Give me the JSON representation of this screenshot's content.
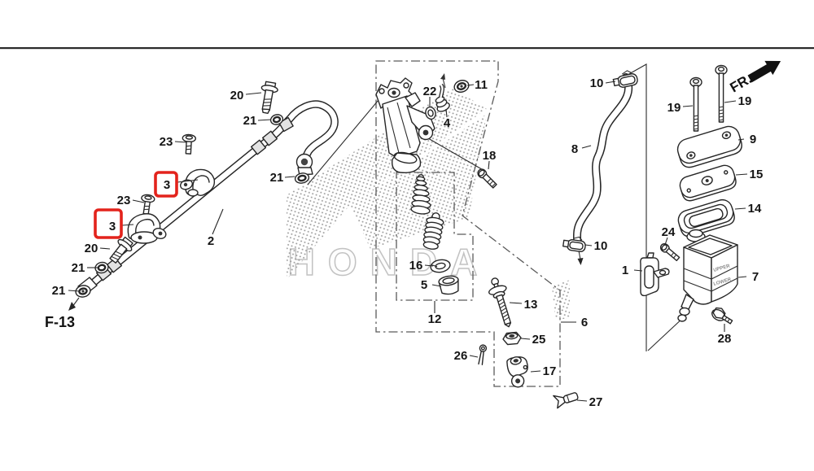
{
  "figure": {
    "code": "F-13",
    "direction": "FR.",
    "watermark": "HONDA"
  },
  "reservoir_markings": {
    "upper": "UPPER",
    "lower": "LOWER"
  },
  "colors": {
    "line": "#262626",
    "highlight": "#e3231c",
    "boundary": "#5a5a5a",
    "watermark_dots": "#9f9f9f",
    "watermark_text": "#c2c2c2"
  },
  "callouts": [
    {
      "text": "20"
    },
    {
      "text": "21"
    },
    {
      "text": "23"
    },
    {
      "text": "3",
      "highlighted": true
    },
    {
      "text": "23"
    },
    {
      "text": "3",
      "highlighted": true
    },
    {
      "text": "21"
    },
    {
      "text": "2"
    },
    {
      "text": "20"
    },
    {
      "text": "21"
    },
    {
      "text": "21"
    },
    {
      "text": "22"
    },
    {
      "text": "11"
    },
    {
      "text": "4"
    },
    {
      "text": "18"
    },
    {
      "text": "16"
    },
    {
      "text": "5"
    },
    {
      "text": "12"
    },
    {
      "text": "13"
    },
    {
      "text": "25"
    },
    {
      "text": "26"
    },
    {
      "text": "17"
    },
    {
      "text": "6"
    },
    {
      "text": "27"
    },
    {
      "text": "10"
    },
    {
      "text": "8"
    },
    {
      "text": "19"
    },
    {
      "text": "19"
    },
    {
      "text": "9"
    },
    {
      "text": "15"
    },
    {
      "text": "14"
    },
    {
      "text": "24"
    },
    {
      "text": "1"
    },
    {
      "text": "7"
    },
    {
      "text": "28"
    },
    {
      "text": "10"
    }
  ]
}
